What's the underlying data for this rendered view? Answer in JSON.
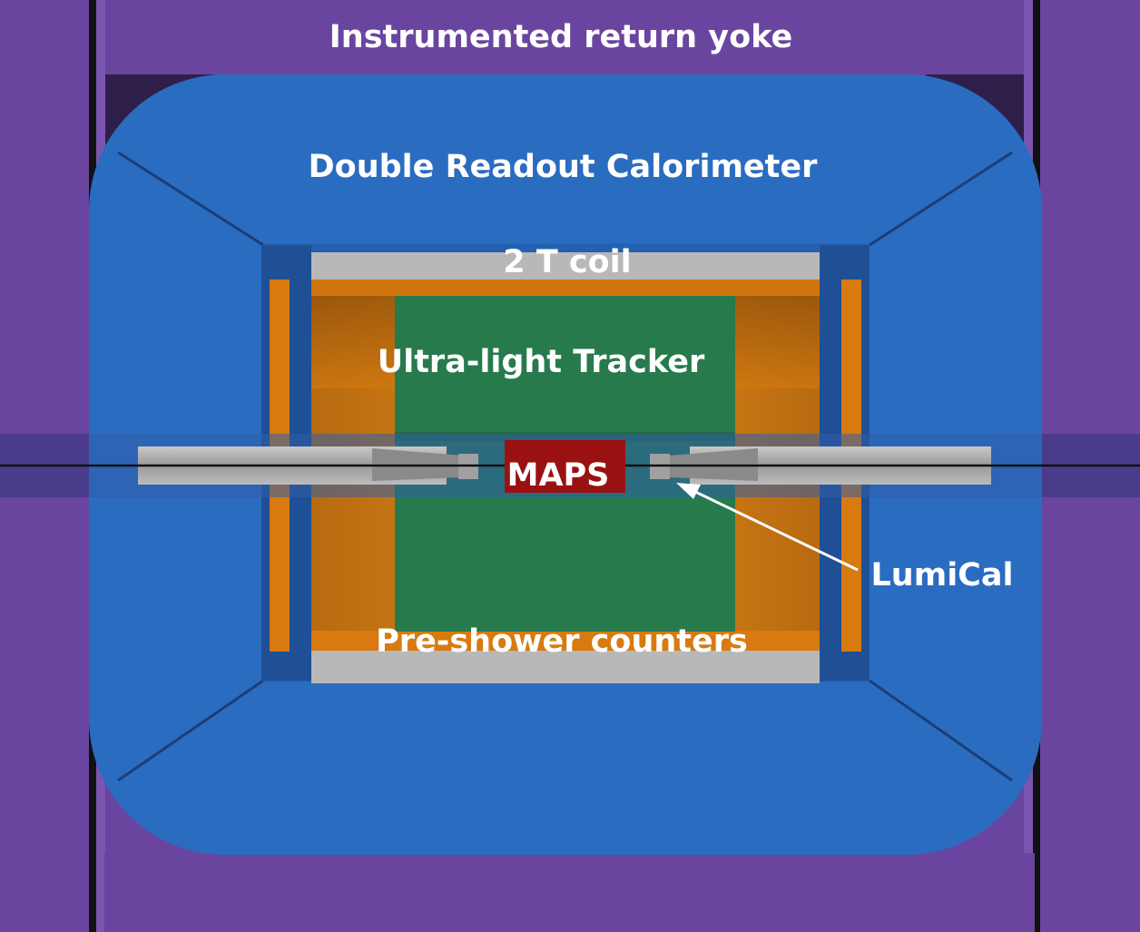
{
  "labels": {
    "yoke": "Instrumented return yoke",
    "calorimeter": "Double Readout Calorimeter",
    "coil": "2 T coil",
    "tracker": "Ultra-light Tracker",
    "maps": "MAPS",
    "lumical": "LumiCal",
    "preshower": "Pre-shower counters"
  },
  "colors": {
    "yoke": "#6a45a0",
    "yoke_dark": "#2e1f4a",
    "calorimeter": "#2a6cc0",
    "coil": "#b8b8b8",
    "preshower_orange": "#d87a10",
    "tracker": "#277a4c",
    "maps": "#9a1111",
    "beampipe": "#a8a8a8",
    "text": "#ffffff"
  }
}
